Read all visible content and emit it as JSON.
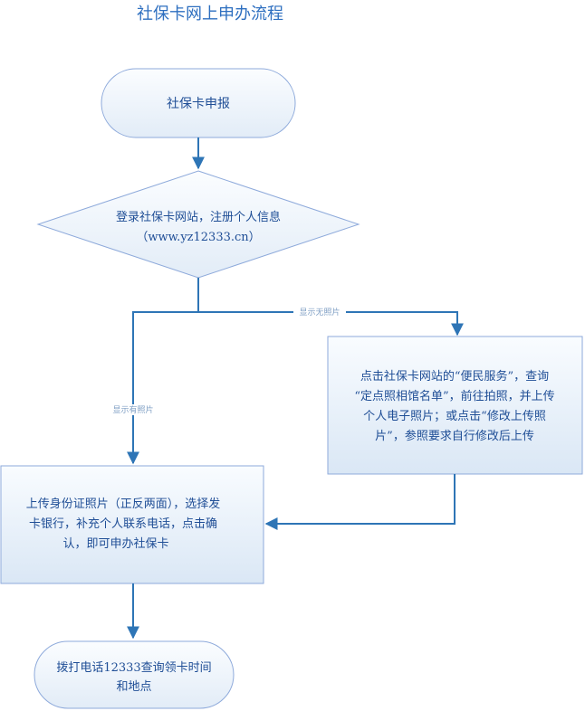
{
  "title": "社保卡网上申办流程",
  "nodes": {
    "start": {
      "lines": [
        "社保卡申报"
      ]
    },
    "register": {
      "lines": [
        "登录社保卡网站，注册个人信息",
        "（www.yz12333.cn）"
      ]
    },
    "no_photo": {
      "lines": [
        "点击社保卡网站的“便民服务”，查询",
        "“定点照相馆名单”，前往拍照，并上传",
        "个人电子照片；或点击“修改上传照",
        "片”，参照要求自行修改后上传"
      ]
    },
    "upload": {
      "lines": [
        "上传身份证照片（正反两面），选择发",
        "卡银行，补充个人联系电话，点击确",
        "认，即可申办社保卡"
      ]
    },
    "end": {
      "lines": [
        "拨打电话12333查询领卡时间",
        "和地点"
      ]
    }
  },
  "edges": {
    "no_photo_label": "显示无照片",
    "has_photo_label": "显示有照片"
  },
  "colors": {
    "line": "#2e75b6",
    "shape_border": "#8eaadb",
    "shape_fill_light": "#f7fbff",
    "shape_fill_dark": "#dbe8f6",
    "text": "#1f4e96",
    "title": "#2e6fc0",
    "label": "#7f9fc4"
  }
}
